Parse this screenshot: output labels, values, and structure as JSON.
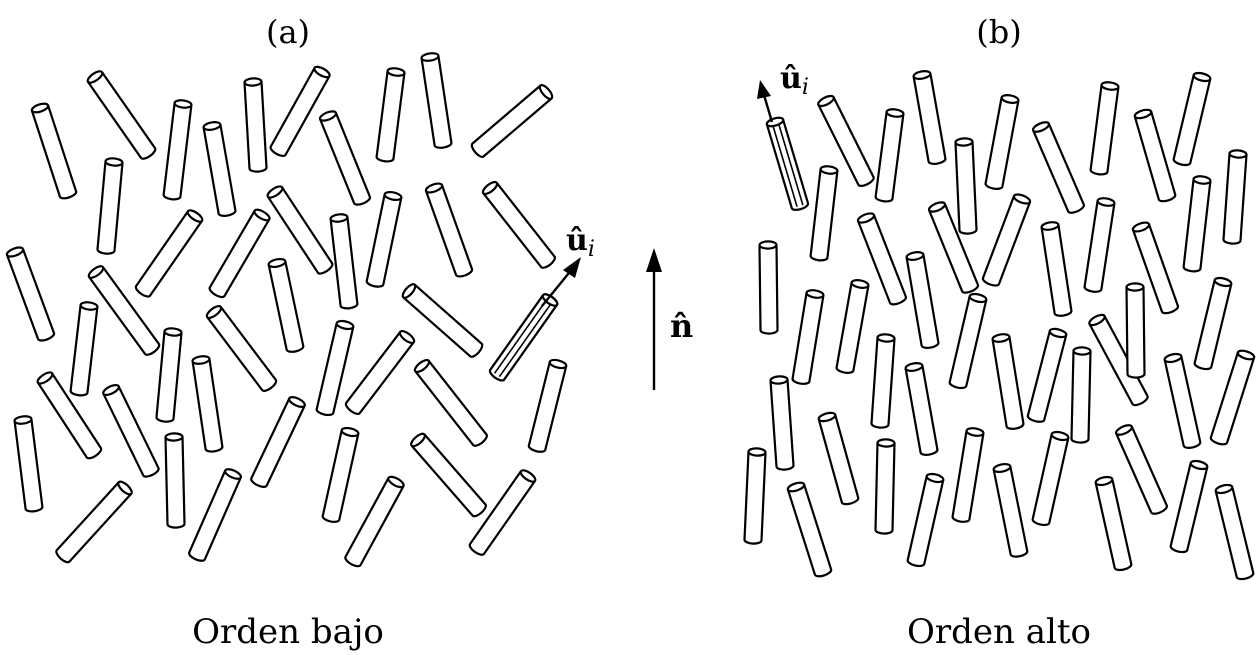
{
  "panels": [
    {
      "label": "(a)",
      "caption": "Orden bajo",
      "vector_label": {
        "symbol": "û",
        "subscript": "i"
      },
      "order": "low"
    },
    {
      "label": "(b)",
      "caption": "Orden alto",
      "vector_label": {
        "symbol": "û",
        "subscript": "i"
      },
      "order": "high"
    }
  ],
  "director": {
    "symbol": "n̂"
  }
}
